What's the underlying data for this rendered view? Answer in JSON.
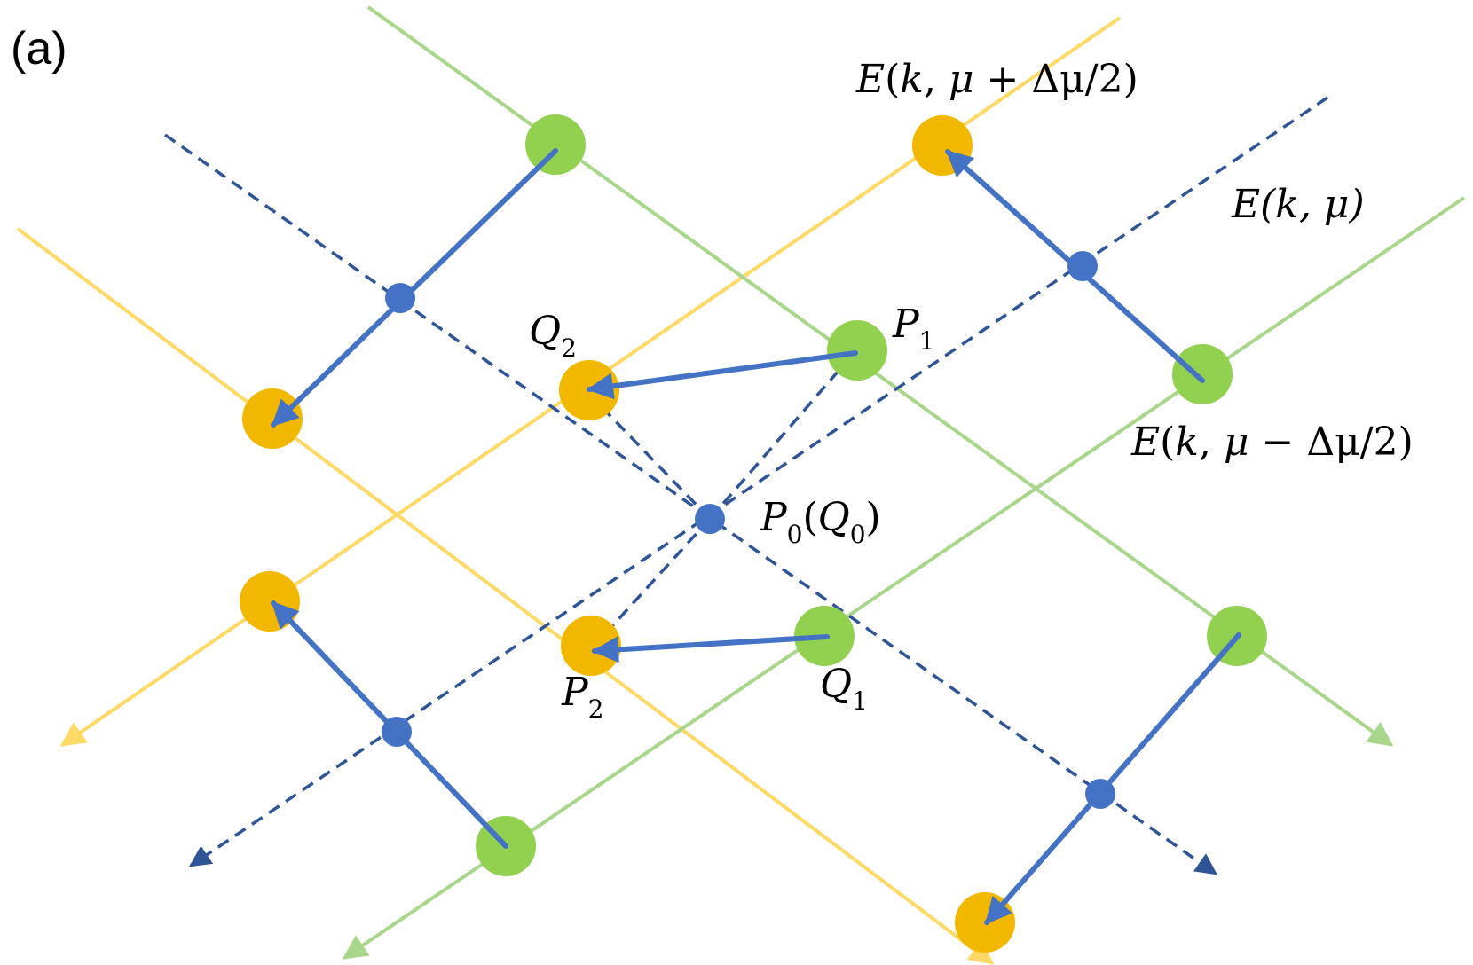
{
  "panel_label": "(a)",
  "labels": {
    "energy_plus": {
      "E": "E",
      "open": "(",
      "k": "k",
      "comma": ", ",
      "mu": "μ",
      "rest": " + Δμ/2)"
    },
    "energy_mid": {
      "text": "E(k, μ)"
    },
    "energy_minus": {
      "E": "E",
      "open": "(",
      "k": "k",
      "comma": ", ",
      "mu": "μ",
      "rest": " − Δμ/2)"
    },
    "p1": {
      "main": "P",
      "sub": "1"
    },
    "q2": {
      "main": "Q",
      "sub": "2"
    },
    "p0": {
      "main": "P",
      "sub": "0",
      "open": "(",
      "q": "Q",
      "qsub": "0",
      "close": ")"
    },
    "p2": {
      "main": "P",
      "sub": "2"
    },
    "q1": {
      "main": "Q",
      "sub": "1"
    }
  },
  "colors": {
    "yellow_line": "#ffd966",
    "yellow_node": "#f2b800",
    "green_line": "#a8d68a",
    "green_node": "#92d050",
    "blue": "#4472c4",
    "dashed": "#2f5597"
  }
}
